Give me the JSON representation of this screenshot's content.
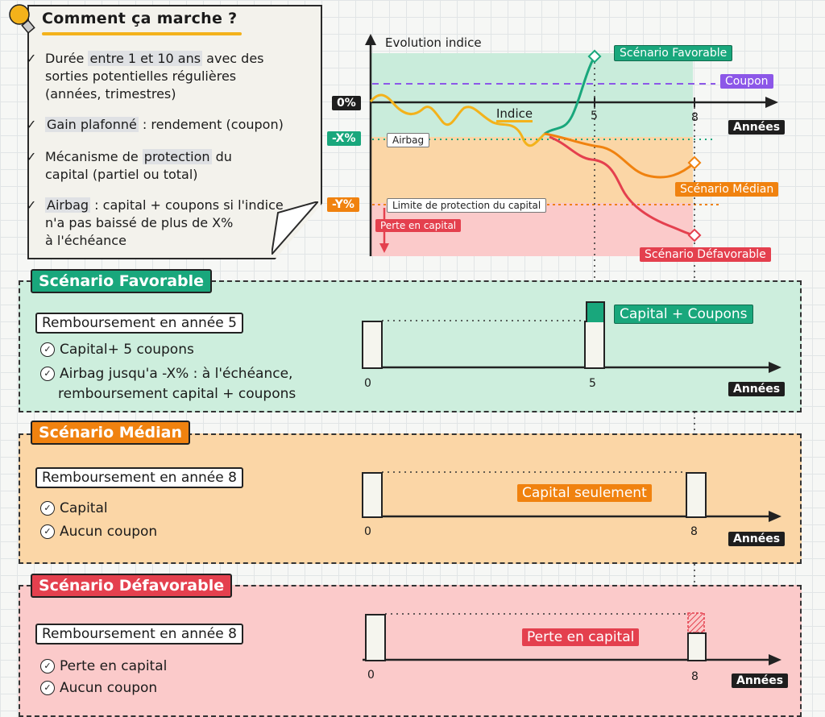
{
  "info": {
    "title": "Comment ça marche ?",
    "items": [
      {
        "pre": "Durée ",
        "hl": "entre 1 et 10 ans",
        "post": " avec  des",
        "line2": "sorties potentielles régulières",
        "line3": "(années, trimestres)"
      },
      {
        "pre": "",
        "hl": "Gain plafonné",
        "post": " : rendement (coupon)"
      },
      {
        "pre": "Mécanisme de ",
        "hl": "protection",
        "post": " du",
        "line2": "capital (partiel ou total)"
      },
      {
        "pre": "",
        "hl": "Airbag",
        "post": " : capital + coupons si l'indice",
        "line2": "n'a pas baissé de plus de X%",
        "line3": "à l'échéance"
      }
    ]
  },
  "chart": {
    "y_axis_title": "Evolution indice",
    "level_labels": {
      "zero": "0%",
      "x": "-X%",
      "y": "-Y%"
    },
    "years_label": "Années",
    "tick_5": "5",
    "tick_8": "8",
    "index_label": "Indice",
    "airbag_label": "Airbag",
    "protection_label": "Limite de protection du capital",
    "loss_label": "Perte en capital",
    "coupon_label": "Coupon",
    "fav_label": "Scénario Favorable",
    "med_label": "Scénario Médian",
    "def_label": "Scénario Défavorable"
  },
  "scenarios": {
    "favorable": {
      "title": "Scénario Favorable",
      "repay": "Remboursement en année 5",
      "bullets": [
        "Capital+ 5 coupons",
        "Airbag jusqu'a -X% : à l'échéance,",
        "remboursement capital + coupons"
      ],
      "tag": "Capital + Coupons",
      "tick0": "0",
      "tick": "5",
      "years": "Années"
    },
    "median": {
      "title": "Scénario Médian",
      "repay": "Remboursement en année 8",
      "bullets": [
        "Capital",
        "Aucun coupon"
      ],
      "tag": "Capital seulement",
      "tick0": "0",
      "tick": "8",
      "years": "Années"
    },
    "defavorable": {
      "title": "Scénario Défavorable",
      "repay": "Remboursement en année 8",
      "bullets": [
        "Perte en capital",
        "Aucun coupon"
      ],
      "tag": "Perte en capital",
      "tick0": "0",
      "tick": "8",
      "years": "Années"
    }
  },
  "colors": {
    "green": "#19a77c",
    "orange": "#f0820f",
    "red": "#e4404e",
    "purple": "#8c57e8",
    "yellow": "#f3b21b"
  }
}
